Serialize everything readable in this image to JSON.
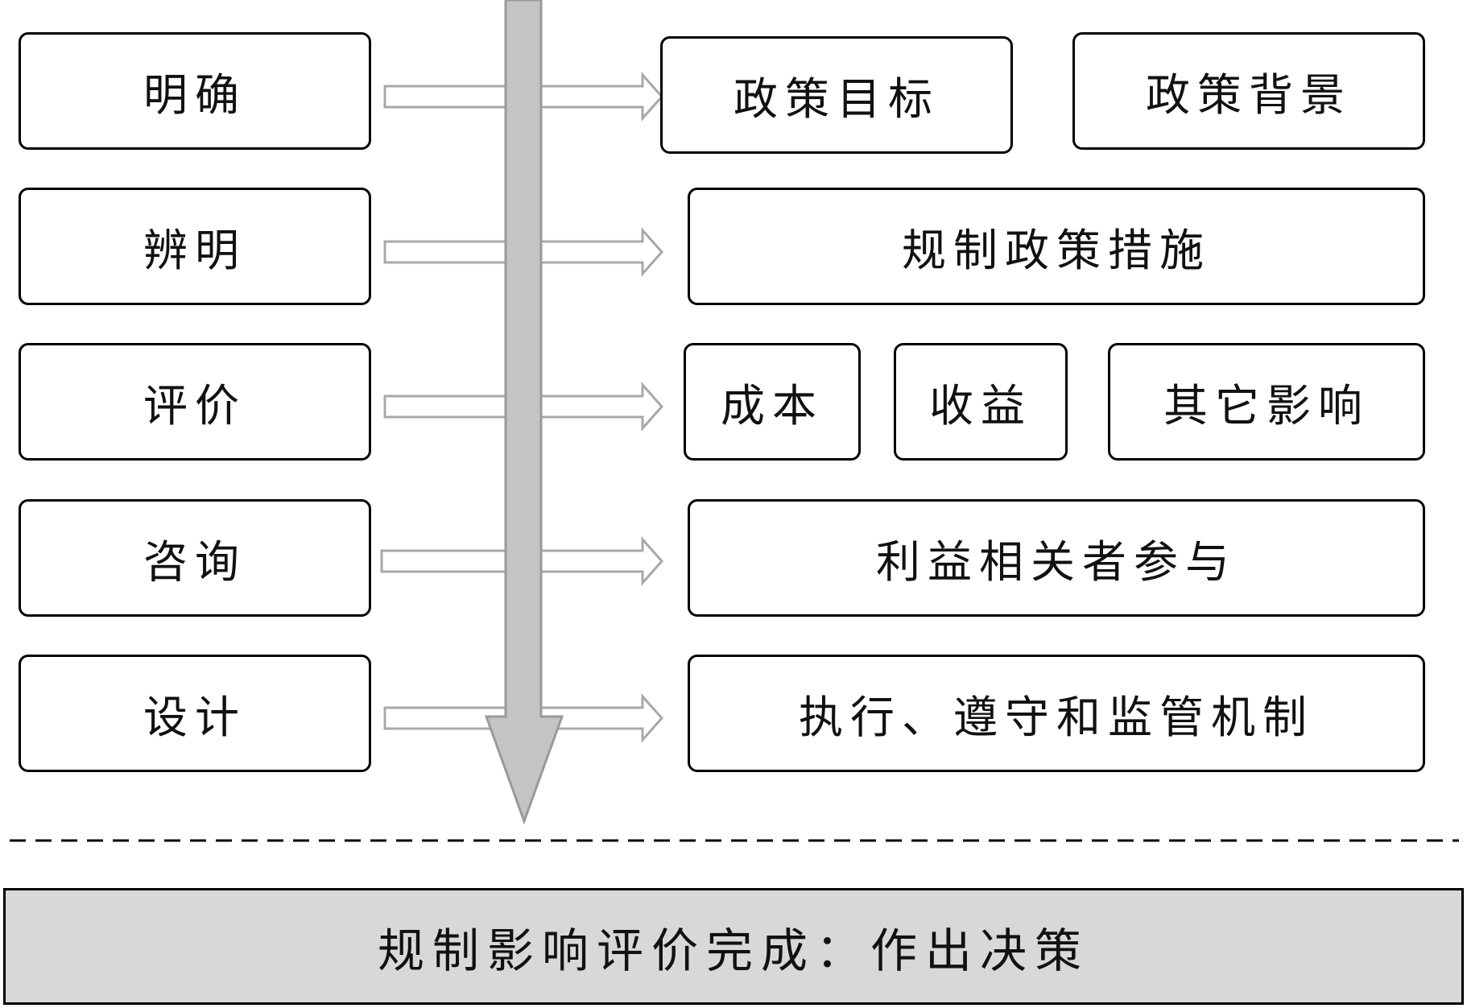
{
  "steps": [
    {
      "label": "明确"
    },
    {
      "label": "辨明"
    },
    {
      "label": "评价"
    },
    {
      "label": "咨询"
    },
    {
      "label": "设计"
    }
  ],
  "outputs": {
    "policy_goal": "政策目标",
    "policy_background": "政策背景",
    "regulatory_measures": "规制政策措施",
    "cost": "成本",
    "benefit": "收益",
    "other_impacts": "其它影响",
    "stakeholder_participation": "利益相关者参与",
    "enforcement_mechanism": "执行、遵守和监管机制"
  },
  "conclusion": "规制影响评价完成：作出决策",
  "colors": {
    "arrow_fill": "#c4c4c4",
    "arrow_stroke": "#9a9a9a",
    "bottom_bar": "#d8d8d8",
    "border": "#000000"
  }
}
